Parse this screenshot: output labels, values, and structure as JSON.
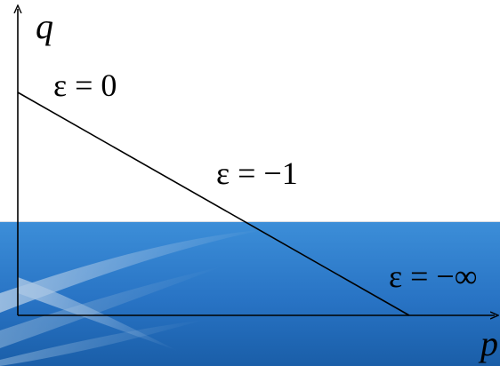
{
  "axes": {
    "x_label": "p",
    "y_label": "q"
  },
  "labels": {
    "eps_zero": "ε = 0",
    "eps_minus_one": "ε = −1",
    "eps_minus_inf": "ε = −∞"
  },
  "colors": {
    "background_top": "#ffffff",
    "band_light": "#3c8ed8",
    "band_dark": "#1a5ea8",
    "swoosh": "#8fb3d6",
    "line": "#000000"
  }
}
